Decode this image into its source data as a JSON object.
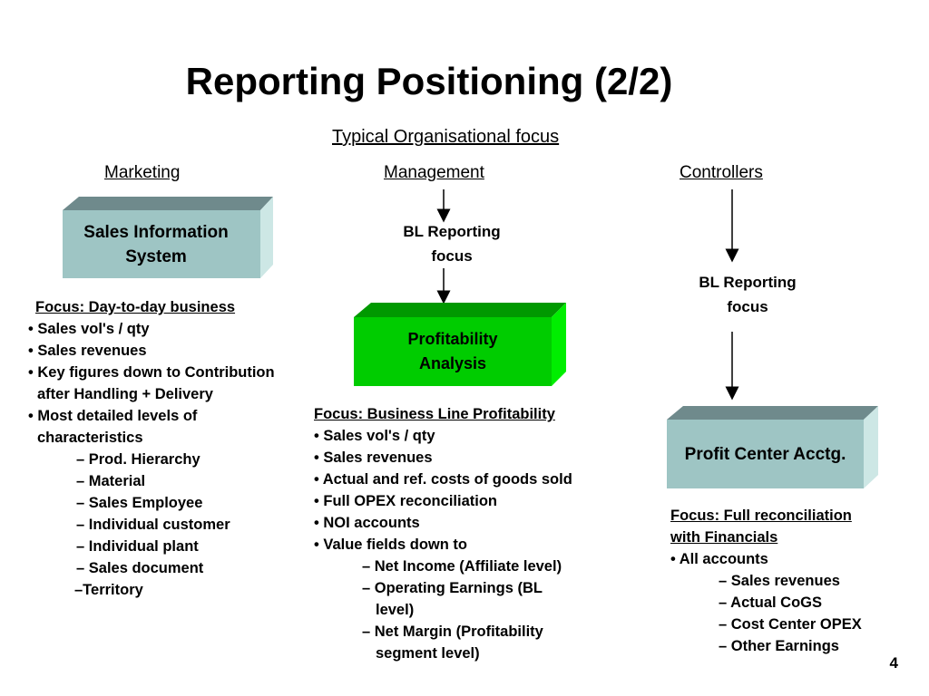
{
  "title": "Reporting Positioning (2/2)",
  "subtitle": "Typical Organisational focus",
  "columns": {
    "marketing": {
      "heading": "Marketing",
      "box_label_1": "Sales Information",
      "box_label_2": "System",
      "items": [
        "Focus:  Day-to-day business",
        "• Sales vol's / qty",
        "• Sales revenues",
        "• Key  figures down to Contribution",
        "after Handling + Delivery",
        "• Most detailed levels of",
        "characteristics",
        "– Prod. Hierarchy",
        "– Material",
        "– Sales Employee",
        "– Individual customer",
        "– Individual plant",
        "– Sales document",
        "–Territory"
      ]
    },
    "management": {
      "heading": "Management",
      "focus_1": "BL Reporting",
      "focus_2": "focus",
      "box_label_1": "Profitability",
      "box_label_2": "Analysis",
      "items": [
        "Focus: Business Line Profitability",
        "• Sales vol's / qty",
        "• Sales revenues",
        "• Actual and ref. costs of goods sold",
        "• Full OPEX reconciliation",
        "• NOI accounts",
        "• Value fields down to",
        "– Net Income (Affiliate level)",
        "– Operating Earnings (BL",
        "level)",
        "– Net Margin (Profitability",
        "segment level)"
      ]
    },
    "controllers": {
      "heading": "Controllers",
      "focus_1": "BL Reporting",
      "focus_2": "focus",
      "box_label": "Profit Center Acctg.",
      "items": [
        "Focus:  Full reconciliation",
        "with Financials",
        "• All accounts",
        "– Sales revenues",
        "– Actual CoGS",
        "– Cost Center OPEX",
        "– Other Earnings"
      ]
    }
  },
  "page_number": "4",
  "colors": {
    "teal_box_front": "#9ec5c4",
    "teal_box_top": "#6f8a8c",
    "teal_box_side": "#cde7e5",
    "green_box_front": "#00cc00",
    "green_box_top": "#009900",
    "green_box_side": "#00ee00"
  }
}
